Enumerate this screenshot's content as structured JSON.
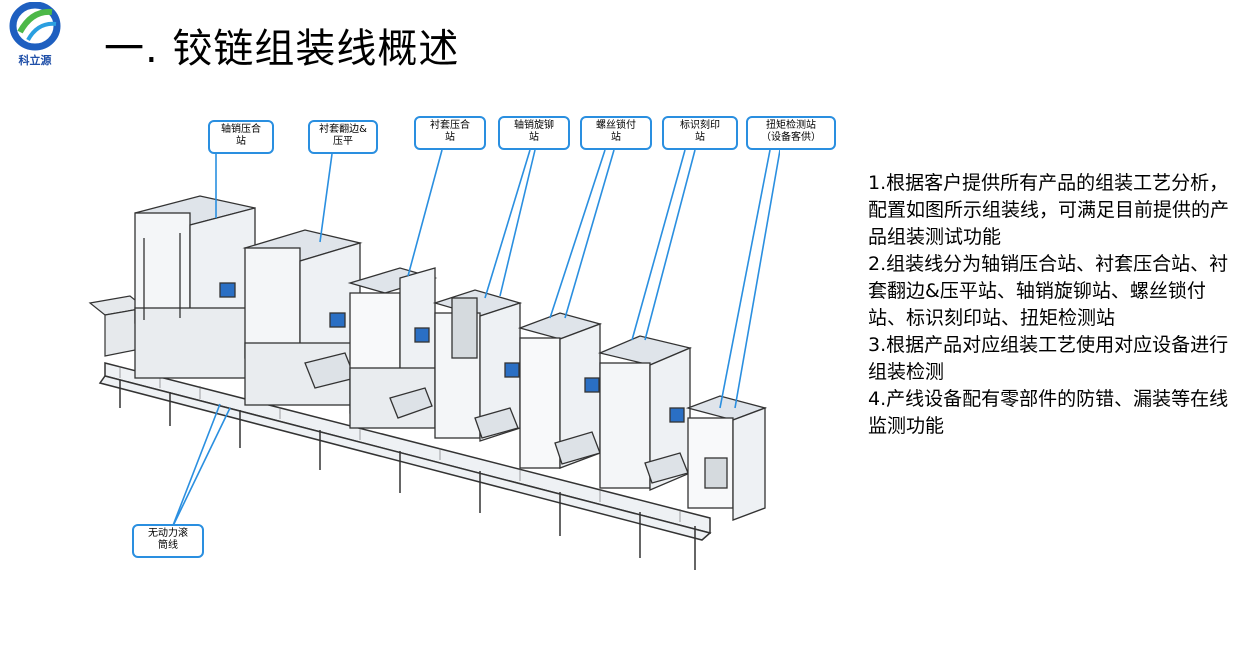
{
  "logo": {
    "name": "科立源",
    "icon": "kly-logo-icon"
  },
  "title": "一. 铰链组装线概述",
  "figure": {
    "callouts": [
      {
        "id": "c1",
        "text": "轴销压合\n站"
      },
      {
        "id": "c2",
        "text": "衬套翻边&\n压平"
      },
      {
        "id": "c3",
        "text": "衬套压合\n站"
      },
      {
        "id": "c4",
        "text": "轴销旋铆\n站"
      },
      {
        "id": "c5",
        "text": "螺丝锁付\n站"
      },
      {
        "id": "c6",
        "text": "标识刻印\n站"
      },
      {
        "id": "c7",
        "text": "扭矩检测站\n（设备客供）"
      },
      {
        "id": "c8",
        "text": "无动力滚\n筒线"
      }
    ],
    "colors": {
      "callout_border": "#2a8fe0",
      "leader_line": "#2a8fe0",
      "machine_line": "#333333"
    }
  },
  "description": [
    "1.根据客户提供所有产品的组装工艺分析，配置如图所示组装线，可满足目前提供的产品组装测试功能",
    "2.组装线分为轴销压合站、衬套压合站、衬套翻边&压平站、轴销旋铆站、螺丝锁付站、标识刻印站、扭矩检测站",
    "3.根据产品对应组装工艺使用对应设备进行组装检测",
    "4.产线设备配有零部件的防错、漏装等在线监测功能"
  ]
}
